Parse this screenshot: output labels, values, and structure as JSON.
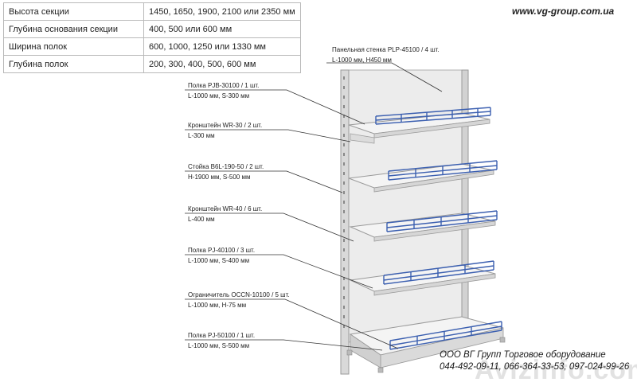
{
  "specs": [
    {
      "label": "Высота секции",
      "value": "1450, 1650, 1900, 2100 или 2350 мм"
    },
    {
      "label": "Глубина основания секции",
      "value": "400, 500 или 600 мм"
    },
    {
      "label": "Ширина полок",
      "value": "600, 1000, 1250 или 1330 мм"
    },
    {
      "label": "Глубина полок",
      "value": "200, 300, 400, 500, 600 мм"
    }
  ],
  "website": "www.vg-group.com.ua",
  "callouts": [
    {
      "title": "Панельная стенка PLP-45100 / 4 шт.",
      "detail": "L-1000 мм, H450 мм"
    },
    {
      "title": "Полка PJB-30100 / 1 шт.",
      "detail": "L-1000 мм, S-300 мм"
    },
    {
      "title": "Кронштейн WR-30 / 2 шт.",
      "detail": "L-300 мм"
    },
    {
      "title": "Стойка B6L-190-50 / 2 шт.",
      "detail": "H-1900 мм, S-500 мм"
    },
    {
      "title": "Кронштейн WR-40 / 6 шт.",
      "detail": "L-400 мм"
    },
    {
      "title": "Полка PJ-40100 / 3 шт.",
      "detail": "L-1000 мм, S-400 мм"
    },
    {
      "title": "Ограничитель OCCN-10100 / 5 шт.",
      "detail": "L-1000 мм, H-75 мм"
    },
    {
      "title": "Полка PJ-50100 / 1 шт.",
      "detail": "L-1000 мм, S-500 мм"
    }
  ],
  "company": "ООО ВГ Групп Торговое оборудование",
  "phones": "044-492-09-11, 066-364-33-53, 097-024-99-26",
  "watermark": "Avizinfo.com.ua",
  "colors": {
    "rail": "#3b5fb0",
    "rack": "#e9e9e9",
    "rack_edge": "#9a9a9a"
  }
}
